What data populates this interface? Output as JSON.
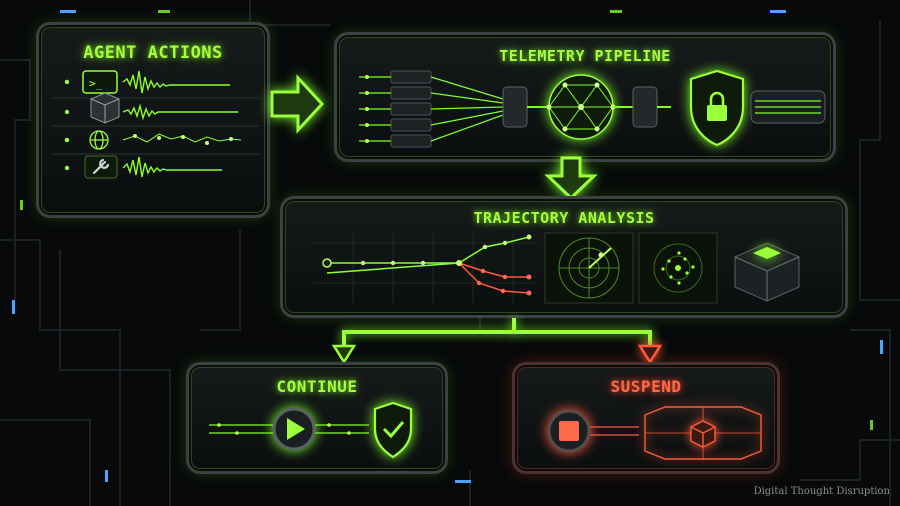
{
  "panels": {
    "agent_actions": {
      "title": "AGENT ACTIONS"
    },
    "telemetry": {
      "title": "TELEMETRY PIPELINE"
    },
    "trajectory": {
      "title": "TRAJECTORY ANALYSIS"
    },
    "continue": {
      "title": "CONTINUE"
    },
    "suspend": {
      "title": "SUSPEND"
    }
  },
  "action_icons": [
    "terminal-icon",
    "cube-icon",
    "globe-icon",
    "wrench-icon"
  ],
  "watermark": "Digital Thought Disruption",
  "colors": {
    "accent": "#a6ff3c",
    "danger": "#ff5a3a",
    "frame": "#3c4143",
    "background": "#07090a"
  }
}
